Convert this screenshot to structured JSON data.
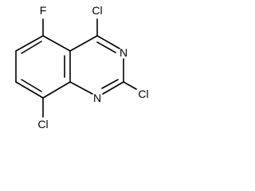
{
  "molecule": {
    "atoms": {
      "f": "F",
      "cl4": "Cl",
      "n3": "N",
      "cl2": "Cl",
      "n1": "N",
      "cl8": "Cl"
    },
    "colors": {
      "bond": "#000000",
      "label": "#000000",
      "background": "#ffffff"
    }
  }
}
